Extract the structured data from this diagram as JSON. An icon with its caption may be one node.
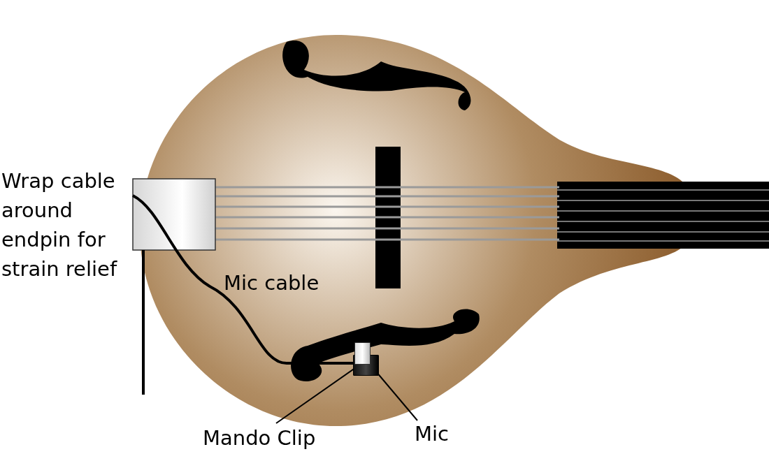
{
  "diagram": {
    "nodes": [
      {
        "text": [
          "Mando Clip"
        ]
      },
      {
        "text": [],
        "shape": "box"
      },
      {
        "text": [
          "Mic"
        ]
      },
      {
        "text": [],
        "shape": "box"
      }
    ],
    "edges": [
      {
        "from": 0,
        "to": 1,
        "arrow": "none"
      },
      {
        "from": 2,
        "to": 3,
        "arrow": "none"
      }
    ],
    "labels": [
      "Wrap cable around endpin for strain relief",
      "Mic cable"
    ]
  }
}
